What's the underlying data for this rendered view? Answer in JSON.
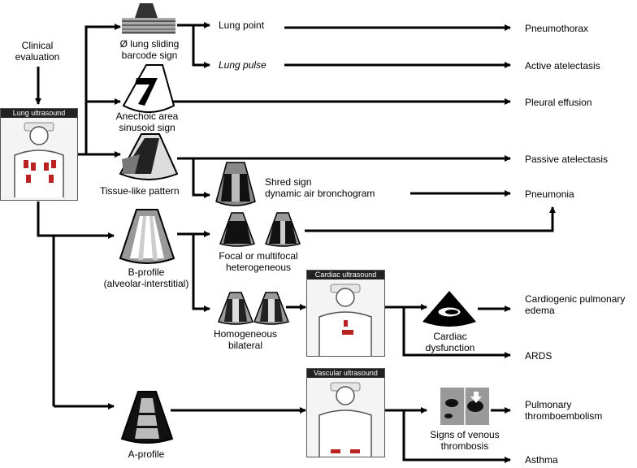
{
  "labels": {
    "clinical": "Clinical\nevaluation",
    "lung_sliding": "Ø lung sliding\nbarcode sign",
    "lung_point": "Lung point",
    "lung_pulse": "Lung pulse",
    "pneumothorax": "Pneumothorax",
    "active_atelectasis": "Active atelectasis",
    "anechoic": "Anechoic area\nsinusoid sign",
    "pleural_effusion": "Pleural effusion",
    "tissue_like": "Tissue-like pattern",
    "passive_atelectasis": "Passive atelectasis",
    "shred": "Shred sign\ndynamic air bronchogram",
    "pneumonia": "Pneumonia",
    "focal": "Focal or multifocal\nheterogeneous",
    "b_profile": "B-profile\n(alveolar-interstitial)",
    "homogeneous": "Homogeneous\nbilateral",
    "cardiac_dysfunction": "Cardiac\ndysfunction",
    "cardiogenic": "Cardiogenic pulmonary\nedema",
    "ards": "ARDS",
    "a_profile": "A-profile",
    "venous": "Signs of venous\nthrombosis",
    "pe": "Pulmonary\nthromboembolism",
    "asthma": "Asthma"
  },
  "panels": {
    "lung": "Lung ultrasound",
    "cardiac": "Cardiac ultrasound",
    "vascular": "Vascular ultrasound"
  }
}
